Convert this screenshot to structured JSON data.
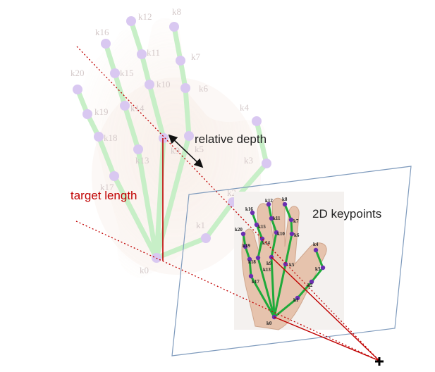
{
  "annotations": {
    "relative_depth": "relative depth",
    "target_length": "target length",
    "keypoints_2d": "2D keypoints"
  },
  "keypoint_labels": [
    "k0",
    "k1",
    "k2",
    "k3",
    "k4",
    "k5",
    "k6",
    "k7",
    "k8",
    "k9",
    "k10",
    "k11",
    "k12",
    "k13",
    "k14",
    "k15",
    "k16",
    "k17",
    "k18",
    "k19",
    "k20"
  ],
  "colors": {
    "plane_border": "#7f9bbd",
    "ray_red": "#c00000",
    "target_length_text": "#c00000",
    "ghost_bone": "#c7efc7",
    "ghost_joint": "#d9c8f1",
    "image_bone": "#1faa3a",
    "image_joint": "#6a2fb0",
    "skin": "#e8c9b5",
    "text": "#222222"
  }
}
